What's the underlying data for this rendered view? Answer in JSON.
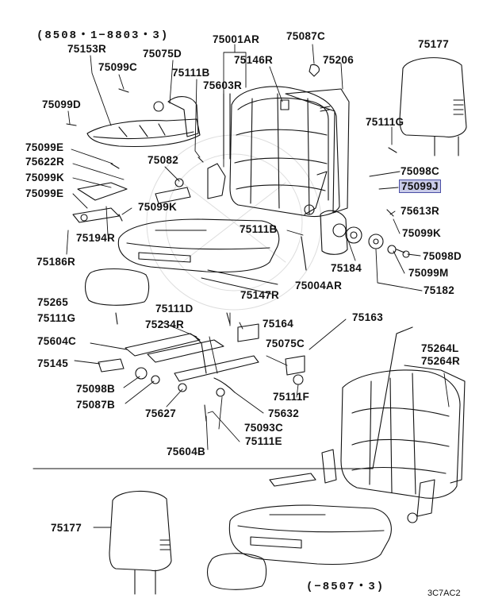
{
  "period_top": "(8508・1−8803・3)",
  "period_bottom": "(−8507・3)",
  "diagram_code": "3C7AC2",
  "highlight_color": "#c9cbe8",
  "labels": [
    {
      "id": "l1",
      "text": "75001AR"
    },
    {
      "id": "l2",
      "text": "75087C"
    },
    {
      "id": "l3",
      "text": "75177"
    },
    {
      "id": "l4",
      "text": "75153R"
    },
    {
      "id": "l5",
      "text": "75075D"
    },
    {
      "id": "l6",
      "text": "75099C"
    },
    {
      "id": "l7",
      "text": "75146R"
    },
    {
      "id": "l8",
      "text": "75206"
    },
    {
      "id": "l9",
      "text": "75111B"
    },
    {
      "id": "l10",
      "text": "75603R"
    },
    {
      "id": "l11",
      "text": "75099D"
    },
    {
      "id": "l12",
      "text": "75111G"
    },
    {
      "id": "l13",
      "text": "75099E"
    },
    {
      "id": "l14",
      "text": "75622R"
    },
    {
      "id": "l15",
      "text": "75082"
    },
    {
      "id": "l16",
      "text": "75098C"
    },
    {
      "id": "l17",
      "text": "75099K"
    },
    {
      "id": "l18",
      "text": "75099J"
    },
    {
      "id": "l19",
      "text": "75099E"
    },
    {
      "id": "l20",
      "text": "75099K"
    },
    {
      "id": "l21",
      "text": "75613R"
    },
    {
      "id": "l22",
      "text": "75111B"
    },
    {
      "id": "l23",
      "text": "75194R"
    },
    {
      "id": "l24",
      "text": "75099K"
    },
    {
      "id": "l25",
      "text": "75098D"
    },
    {
      "id": "l26",
      "text": "75184"
    },
    {
      "id": "l27",
      "text": "75186R"
    },
    {
      "id": "l28",
      "text": "75099M"
    },
    {
      "id": "l29",
      "text": "75004AR"
    },
    {
      "id": "l30",
      "text": "75182"
    },
    {
      "id": "l31",
      "text": "75147R"
    },
    {
      "id": "l32",
      "text": "75265"
    },
    {
      "id": "l33",
      "text": "75111D"
    },
    {
      "id": "l34",
      "text": "75163"
    },
    {
      "id": "l35",
      "text": "75111G"
    },
    {
      "id": "l36",
      "text": "75234R"
    },
    {
      "id": "l37",
      "text": "75164"
    },
    {
      "id": "l38",
      "text": "75604C"
    },
    {
      "id": "l39",
      "text": "75075C"
    },
    {
      "id": "l40",
      "text": "75264L"
    },
    {
      "id": "l41",
      "text": "75264R"
    },
    {
      "id": "l42",
      "text": "75145"
    },
    {
      "id": "l43",
      "text": "75098B"
    },
    {
      "id": "l44",
      "text": "75111F"
    },
    {
      "id": "l45",
      "text": "75087B"
    },
    {
      "id": "l46",
      "text": "75627"
    },
    {
      "id": "l47",
      "text": "75632"
    },
    {
      "id": "l48",
      "text": "75093C"
    },
    {
      "id": "l49",
      "text": "75111E"
    },
    {
      "id": "l50",
      "text": "75604B"
    },
    {
      "id": "l51",
      "text": "75177"
    }
  ]
}
